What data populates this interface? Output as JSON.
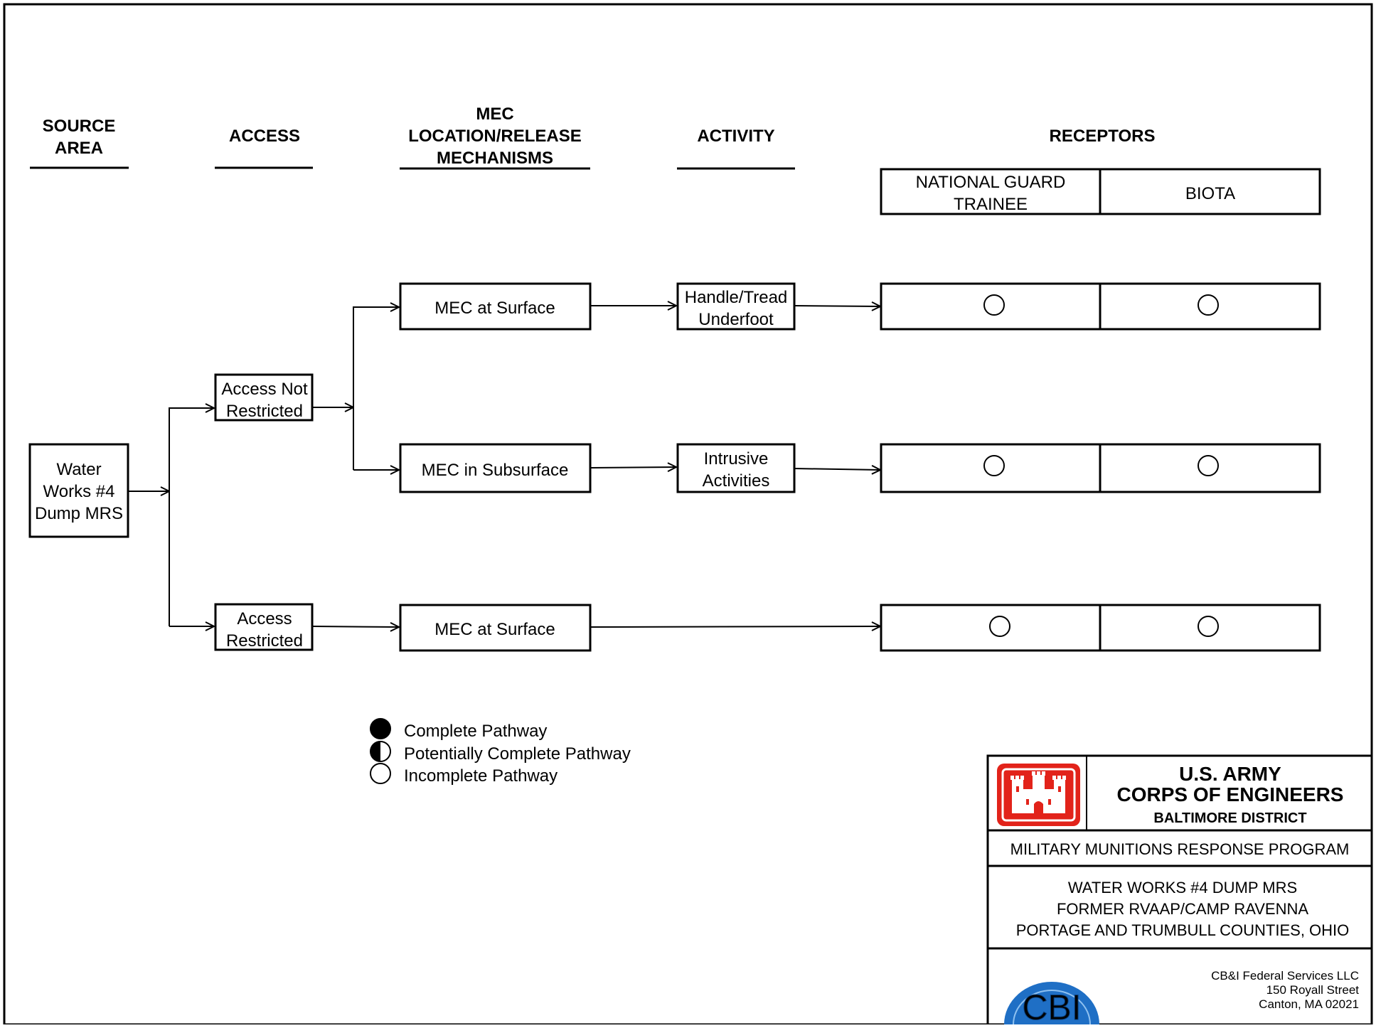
{
  "headers": {
    "source_area": [
      "SOURCE",
      "AREA"
    ],
    "access": "ACCESS",
    "mec": [
      "MEC",
      "LOCATION/RELEASE",
      "MECHANISMS"
    ],
    "activity": "ACTIVITY",
    "receptors": "RECEPTORS"
  },
  "receptor_columns": {
    "national_guard": [
      "NATIONAL GUARD",
      "TRAINEE"
    ],
    "biota": "BIOTA"
  },
  "source": [
    "Water",
    "Works #4",
    "Dump MRS"
  ],
  "access_nodes": {
    "not_restricted": [
      "Access Not",
      "Restricted"
    ],
    "restricted": [
      "Access",
      "Restricted"
    ]
  },
  "mec_nodes": {
    "surface_1": "MEC at Surface",
    "subsurface": "MEC in Subsurface",
    "surface_2": "MEC at Surface"
  },
  "activity_nodes": {
    "handle": [
      "Handle/Tread",
      "Underfoot"
    ],
    "intrusive": [
      "Intrusive",
      "Activities"
    ]
  },
  "pathway_status": {
    "row1": {
      "national_guard": "incomplete",
      "biota": "incomplete"
    },
    "row2": {
      "national_guard": "incomplete",
      "biota": "incomplete"
    },
    "row3": {
      "national_guard": "incomplete",
      "biota": "incomplete"
    }
  },
  "legend": {
    "complete": "Complete Pathway",
    "potential": "Potentially Complete Pathway",
    "incomplete": "Incomplete Pathway"
  },
  "title_block": {
    "agency": [
      "U.S. ARMY",
      "CORPS OF ENGINEERS"
    ],
    "district": "BALTIMORE DISTRICT",
    "program": "MILITARY MUNITIONS RESPONSE PROGRAM",
    "site": [
      "WATER WORKS #4 DUMP MRS",
      "FORMER RVAAP/CAMP RAVENNA",
      "PORTAGE AND TRUMBULL COUNTIES, OHIO"
    ],
    "company": [
      "CB&I Federal Services LLC",
      "150 Royall Street",
      "Canton, MA  02021"
    ],
    "logo_text": "CBI"
  },
  "colors": {
    "usace_red": "#e2231a",
    "cbi_blue": "#1f6fc5"
  }
}
